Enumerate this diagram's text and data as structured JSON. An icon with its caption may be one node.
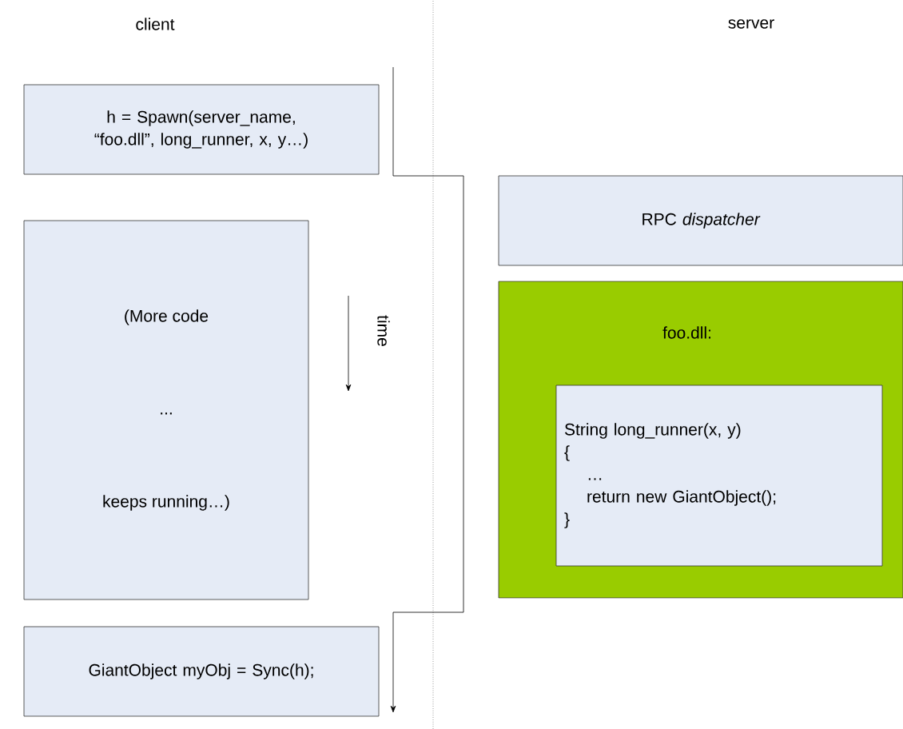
{
  "diagram": {
    "nodes": [
      {
        "text": [
          "h = Spawn(server_name, “foo.dll”, long_runner, x, y…)"
        ]
      },
      {
        "text": [
          "(More code",
          "...",
          "keeps running…)"
        ]
      },
      {
        "text": [
          "GiantObject myObj = Sync(h);"
        ]
      },
      {
        "text": [
          "RPC *dispatcher*"
        ]
      },
      {
        "text": [
          "foo.dll:"
        ]
      },
      {
        "text": [
          "String long_runner(x, y)",
          "{",
          "…",
          "return new GiantObject();",
          "}"
        ],
        "in": 4
      }
    ],
    "labels": [
      "client",
      "server",
      "time"
    ]
  }
}
